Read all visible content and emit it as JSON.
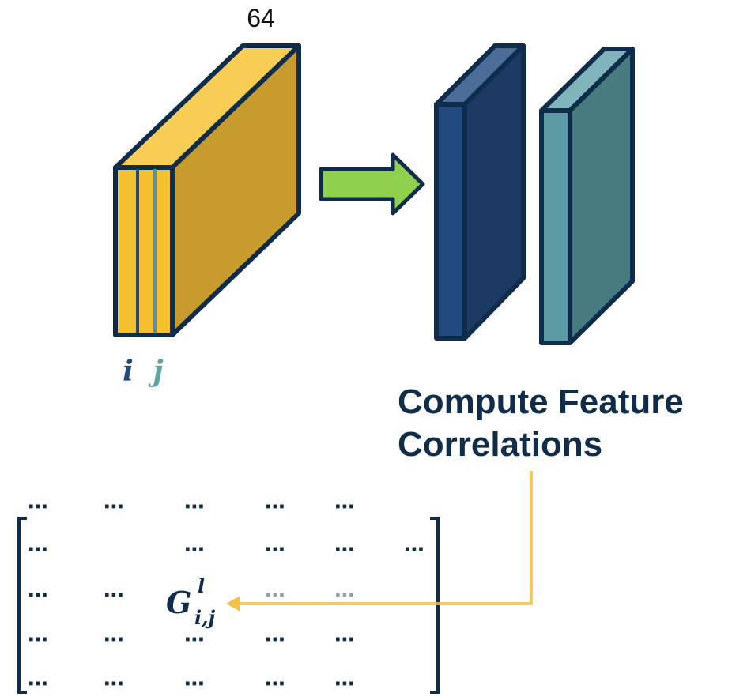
{
  "tensor": {
    "depth_label": "64"
  },
  "channels": {
    "i_label": "i",
    "j_label": "j"
  },
  "process": {
    "caption_line1": "Compute Feature",
    "caption_line2": "Correlations"
  },
  "gram": {
    "symbol": "G",
    "superscript": "l",
    "subscript": "i,j",
    "ellipsis": "⋯"
  },
  "colors": {
    "outline": "#0f2d4a",
    "tensor_front": "#f4c02f",
    "tensor_top": "#f7cd55",
    "tensor_side": "#c79c2c",
    "arrow_green": "#8fd14f",
    "fm1_front": "#234a7c",
    "fm1_top": "#4c6d97",
    "fm1_side": "#1c3a63",
    "fm2_front": "#5b9ba3",
    "fm2_top": "#7fb4ba",
    "fm2_side": "#477b7f",
    "i_color": "#234a7c",
    "j_color": "#5ea3a6",
    "pointer_yellow": "#f5c047",
    "text_navy": "#0f2d4a"
  }
}
